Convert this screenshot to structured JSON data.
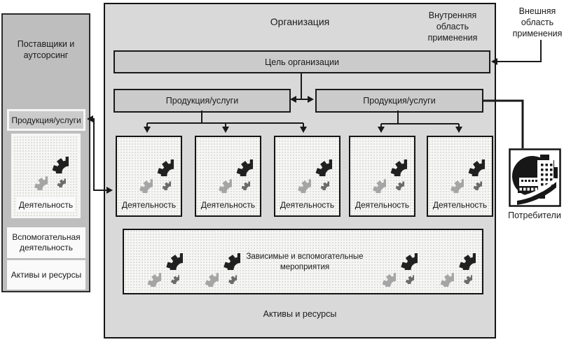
{
  "colors": {
    "page_bg": "#ffffff",
    "main_fill": "#d9d9d9",
    "sidebar_fill": "#bebebe",
    "box_fill": "#cbcbcb",
    "light_fill": "#f6f6f4",
    "white_fill": "#fafafa",
    "line": "#1a1a1a",
    "gear_dark": "#202020",
    "gear_mid": "#a5a5a5",
    "gear_small": "#6b6b6b"
  },
  "sidebar": {
    "title": "Поставщики и аутсорсинг",
    "products_label": "Продукция/услуги",
    "activity_label": "Деятельность",
    "aux_activity_label": "Вспомогательная деятельность",
    "assets_label": "Активы и ресурсы"
  },
  "main": {
    "title": "Организация",
    "internal_scope_label": "Внутренняя область применения",
    "goal_label": "Цель организации",
    "products_left_label": "Продукция/услуги",
    "products_right_label": "Продукция/услуги",
    "activities": [
      "Деятельность",
      "Деятельность",
      "Деятельность",
      "Деятельность",
      "Деятельность"
    ],
    "support_label": "Зависимые и вспомогательные мероприятия",
    "assets_label": "Активы и ресурсы"
  },
  "external": {
    "scope_label": "Внешняя область применения",
    "consumers_label": "Потребители"
  },
  "icons": {
    "gear": "gear-icon",
    "consumers": "consumers-building-icon"
  }
}
